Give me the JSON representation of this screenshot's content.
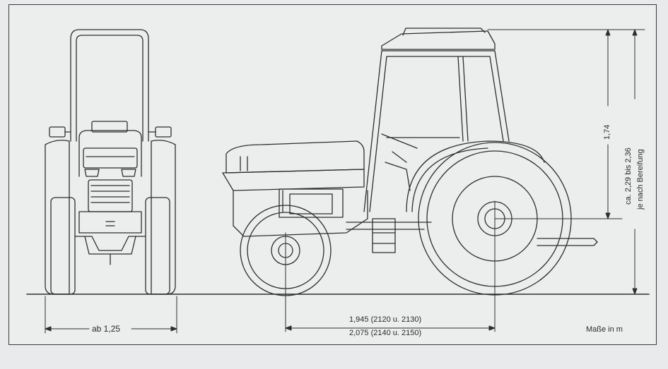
{
  "dimensions": {
    "track_width": "ab 1,25",
    "wheelbase_line1": "1,945 (2120 u. 2130)",
    "wheelbase_line2": "2,075 (2140 u. 2150)",
    "cab_height": "1,74",
    "total_height_line1": "ca. 2,29 bis 2,36",
    "total_height_line2": "je nach Bereifung",
    "units_note": "Maße in m"
  },
  "colors": {
    "line": "#2e2e2e",
    "background": "#eceded"
  }
}
